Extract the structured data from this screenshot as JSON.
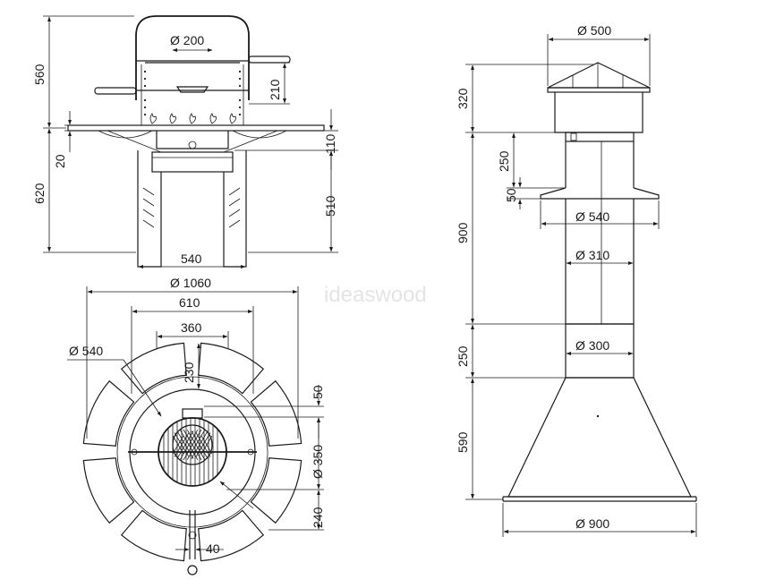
{
  "watermark": "ideaswood",
  "grill_side_view": {
    "dimensions": {
      "total_height_top": "560",
      "grate_dia": "Ø 200",
      "grate_height": "210",
      "table_thickness": "20",
      "fire_bowl_depth": "110",
      "total_height_bottom": "620",
      "leg_height": "510",
      "leg_spacing": "540"
    }
  },
  "grill_top_view": {
    "dimensions": {
      "overall_dia": "Ø 1060",
      "width_610": "610",
      "width_360": "360",
      "table_inner_dia": "Ø 540",
      "depth_230": "230",
      "offset_50": "50",
      "grate_dia": "Ø 350",
      "offset_240": "240",
      "handle_40": "40"
    }
  },
  "chimney_hood_view": {
    "dimensions": {
      "cap_dia": "Ø 500",
      "cap_height": "320",
      "collar_height": "250",
      "collar_thickness": "50",
      "collar_dia": "Ø 540",
      "pipe_height": "900",
      "pipe_dia": "Ø 310",
      "lower_pipe_height": "250",
      "lower_pipe_dia": "Ø 300",
      "hood_height": "590",
      "hood_dia": "Ø 900"
    }
  }
}
